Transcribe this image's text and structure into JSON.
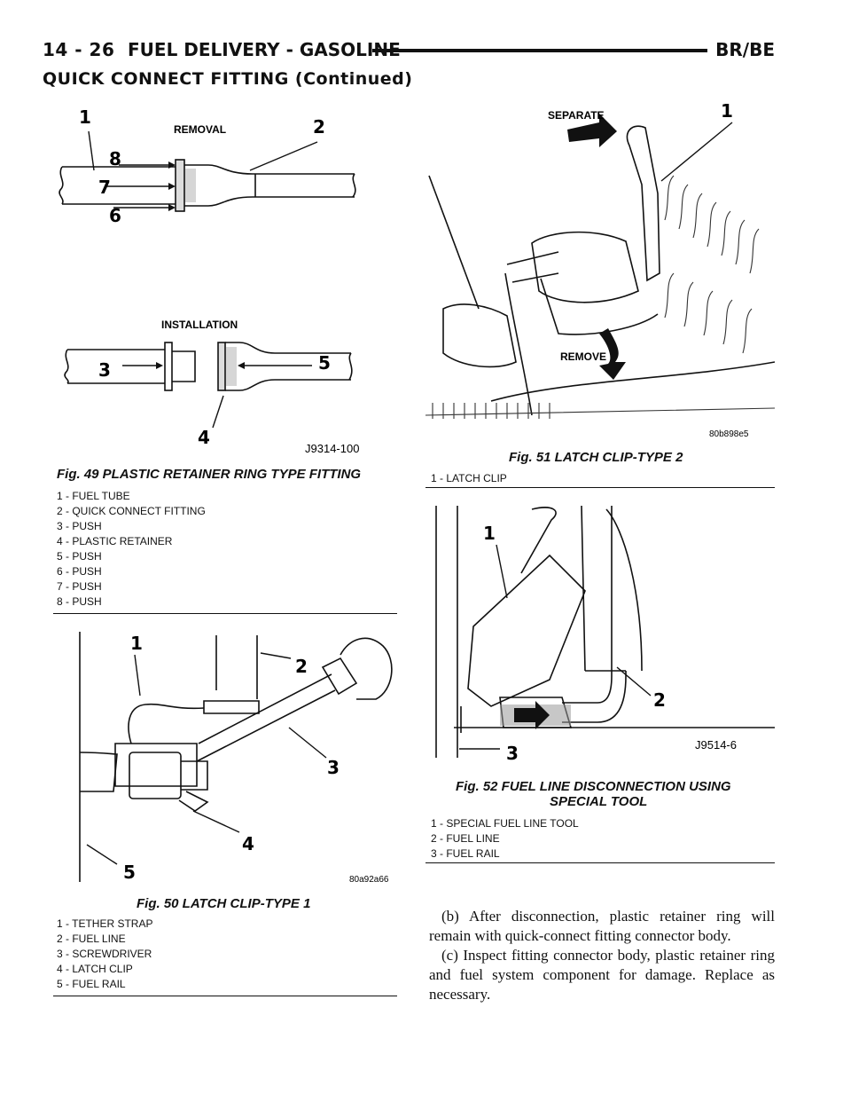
{
  "header": {
    "page_number": "14 - 26",
    "section_title": "FUEL DELIVERY - GASOLINE",
    "model_code": "BR/BE",
    "continued_title": "QUICK CONNECT FITTING (Continued)"
  },
  "fig49": {
    "label_removal": "REMOVAL",
    "label_installation": "INSTALLATION",
    "image_code": "J9314-100",
    "callouts": [
      "1",
      "2",
      "3",
      "4",
      "5",
      "6",
      "7",
      "8"
    ],
    "caption": "Fig. 49 PLASTIC RETAINER RING TYPE FITTING",
    "legend": [
      "1 - FUEL TUBE",
      "2 - QUICK CONNECT FITTING",
      "3 - PUSH",
      "4 - PLASTIC RETAINER",
      "5 - PUSH",
      "6 - PUSH",
      "7 - PUSH",
      "8 - PUSH"
    ]
  },
  "fig50": {
    "image_code": "80a92a66",
    "callouts": [
      "1",
      "2",
      "3",
      "4",
      "5"
    ],
    "caption": "Fig. 50 LATCH CLIP-TYPE 1",
    "legend": [
      "1 - TETHER STRAP",
      "2 - FUEL LINE",
      "3 - SCREWDRIVER",
      "4 - LATCH CLIP",
      "5 - FUEL RAIL"
    ]
  },
  "fig51": {
    "label_separate": "SEPARATE",
    "label_remove": "REMOVE",
    "image_code": "80b898e5",
    "callouts": [
      "1"
    ],
    "caption": "Fig. 51 LATCH CLIP-TYPE 2",
    "legend": [
      "1 - LATCH CLIP"
    ]
  },
  "fig52": {
    "image_code": "J9514-6",
    "callouts": [
      "1",
      "2",
      "3"
    ],
    "caption_line1": "Fig. 52 FUEL LINE DISCONNECTION USING",
    "caption_line2": "SPECIAL TOOL",
    "legend": [
      "1 - SPECIAL FUEL LINE TOOL",
      "2 - FUEL LINE",
      "3 - FUEL RAIL"
    ]
  },
  "body": {
    "para_b": "(b) After disconnection, plastic retainer ring will remain with quick-connect fitting connector body.",
    "para_c": "(c) Inspect fitting connector body, plastic retainer ring and fuel system component for damage. Replace as necessary."
  }
}
